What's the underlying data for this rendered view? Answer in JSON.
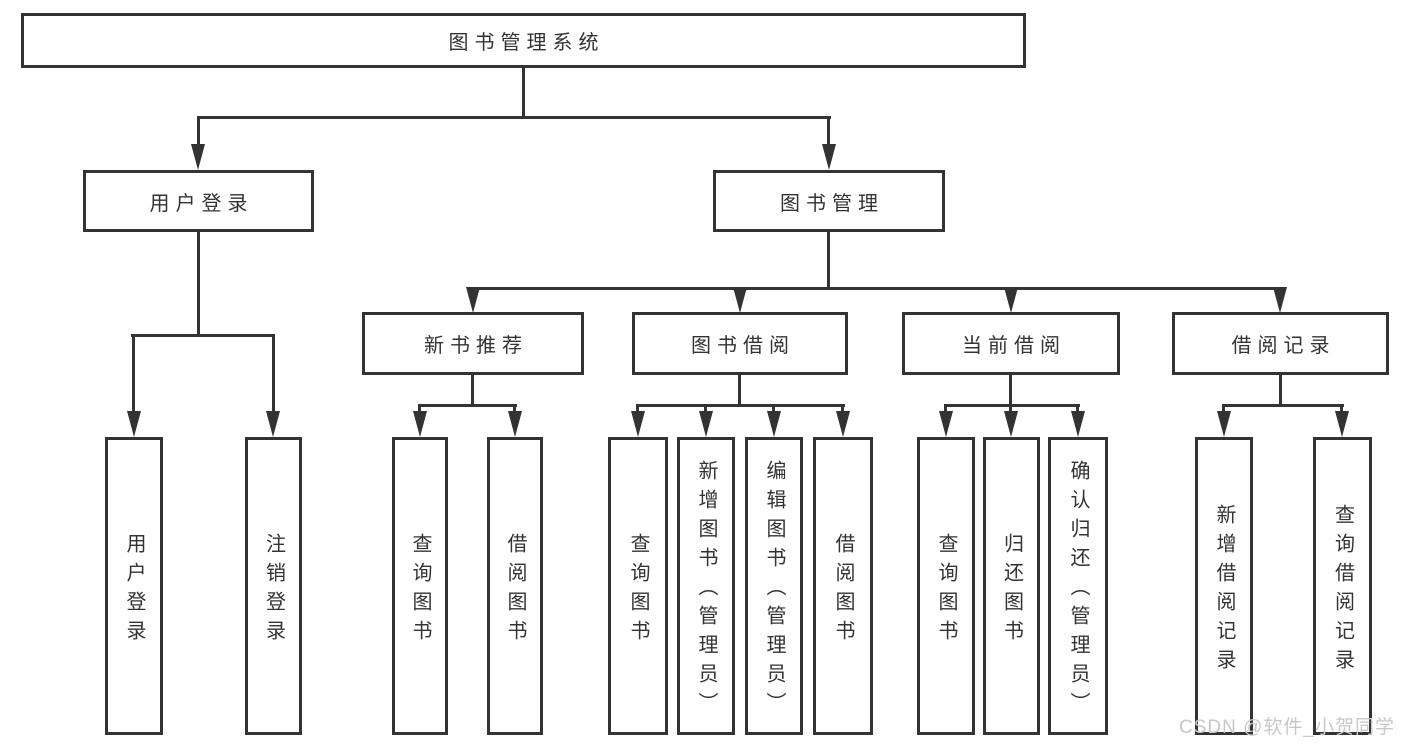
{
  "tree": {
    "root": "图书管理系统",
    "children": [
      {
        "label": "用户登录",
        "children": [
          "用户登录",
          "注销登录"
        ]
      },
      {
        "label": "图书管理",
        "children": [
          {
            "label": "新书推荐",
            "children": [
              "查询图书",
              "借阅图书"
            ]
          },
          {
            "label": "图书借阅",
            "children": [
              "查询图书",
              "新增图书（管理员）",
              "编辑图书（管理员）",
              "借阅图书"
            ]
          },
          {
            "label": "当前借阅",
            "children": [
              "查询图书",
              "归还图书",
              "确认归还（管理员）"
            ]
          },
          {
            "label": "借阅记录",
            "children": [
              "新增借阅记录",
              "查询借阅记录"
            ]
          }
        ]
      }
    ]
  },
  "watermark": {
    "text": "CSDN @软件_小贺同学"
  },
  "colors": {
    "line": "#333333",
    "box_border": "#333333",
    "text": "#333333",
    "background": "#ffffff",
    "watermark": "#c8c8c8"
  }
}
